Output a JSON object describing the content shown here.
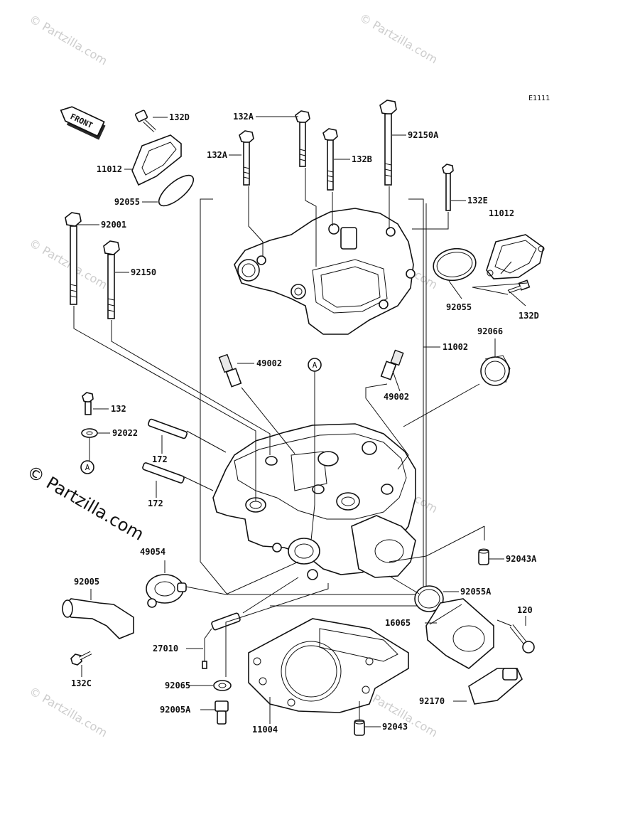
{
  "diagram_code": "E1111",
  "front_arrow_label": "FRONT",
  "ref_marker": "A",
  "copyright_text": "© Partzilla.com",
  "watermark_text": "© Partzilla.com",
  "parts": [
    {
      "id": "p-132d-a",
      "label": "132D"
    },
    {
      "id": "p-132a-a",
      "label": "132A"
    },
    {
      "id": "p-132a-b",
      "label": "132A"
    },
    {
      "id": "p-132b",
      "label": "132B"
    },
    {
      "id": "p-92150a",
      "label": "92150A"
    },
    {
      "id": "p-11012-a",
      "label": "11012"
    },
    {
      "id": "p-92055-a",
      "label": "92055"
    },
    {
      "id": "p-132e",
      "label": "132E"
    },
    {
      "id": "p-11012-b",
      "label": "11012"
    },
    {
      "id": "p-92001",
      "label": "92001"
    },
    {
      "id": "p-92150",
      "label": "92150"
    },
    {
      "id": "p-92055-b",
      "label": "92055"
    },
    {
      "id": "p-132d-b",
      "label": "132D"
    },
    {
      "id": "p-92066",
      "label": "92066"
    },
    {
      "id": "p-11002",
      "label": "11002"
    },
    {
      "id": "p-49002-a",
      "label": "49002"
    },
    {
      "id": "p-49002-b",
      "label": "49002"
    },
    {
      "id": "p-132",
      "label": "132"
    },
    {
      "id": "p-92022",
      "label": "92022"
    },
    {
      "id": "p-172-a",
      "label": "172"
    },
    {
      "id": "p-172-b",
      "label": "172"
    },
    {
      "id": "p-49054",
      "label": "49054"
    },
    {
      "id": "p-92043a",
      "label": "92043A"
    },
    {
      "id": "p-92005",
      "label": "92005"
    },
    {
      "id": "p-92055a",
      "label": "92055A"
    },
    {
      "id": "p-120",
      "label": "120"
    },
    {
      "id": "p-16065",
      "label": "16065"
    },
    {
      "id": "p-27010",
      "label": "27010"
    },
    {
      "id": "p-132c",
      "label": "132C"
    },
    {
      "id": "p-92065",
      "label": "92065"
    },
    {
      "id": "p-92170",
      "label": "92170"
    },
    {
      "id": "p-92005a",
      "label": "92005A"
    },
    {
      "id": "p-11004",
      "label": "11004"
    },
    {
      "id": "p-92043",
      "label": "92043"
    }
  ]
}
